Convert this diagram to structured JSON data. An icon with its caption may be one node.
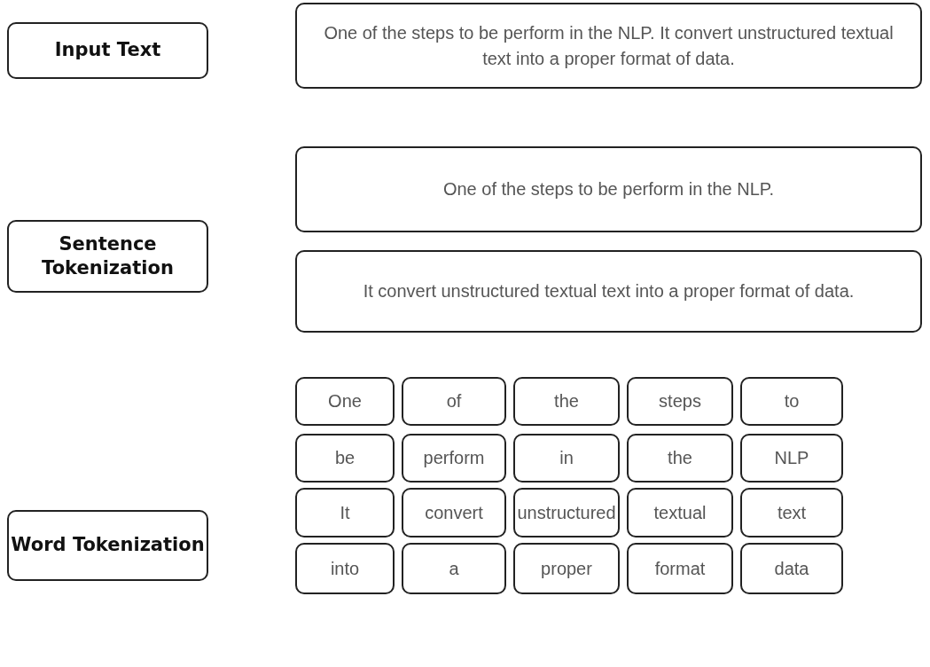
{
  "diagram": {
    "nodes": [
      {
        "text": [
          "Input Text"
        ]
      },
      {
        "text": [
          "One of the steps to be perform in the NLP. It convert unstructured textual text into a proper format of data."
        ]
      },
      {
        "text": [
          "Sentence Tokenization"
        ]
      },
      {
        "text": [
          "One of the steps to be perform in the NLP."
        ]
      },
      {
        "text": [
          "It convert unstructured textual text into a proper format of data."
        ]
      },
      {
        "text": [
          "Word Tokenization"
        ]
      },
      {
        "text": [
          "One"
        ]
      },
      {
        "text": [
          "of"
        ]
      },
      {
        "text": [
          "the"
        ]
      },
      {
        "text": [
          "steps"
        ]
      },
      {
        "text": [
          "to"
        ]
      },
      {
        "text": [
          "be"
        ]
      },
      {
        "text": [
          "perform"
        ]
      },
      {
        "text": [
          "in"
        ]
      },
      {
        "text": [
          "the"
        ]
      },
      {
        "text": [
          "NLP"
        ]
      },
      {
        "text": [
          "It"
        ]
      },
      {
        "text": [
          "convert"
        ]
      },
      {
        "text": [
          "unstructured"
        ]
      },
      {
        "text": [
          "textual"
        ]
      },
      {
        "text": [
          "text"
        ]
      },
      {
        "text": [
          "into"
        ]
      },
      {
        "text": [
          "a"
        ]
      },
      {
        "text": [
          "proper"
        ]
      },
      {
        "text": [
          "format"
        ]
      },
      {
        "text": [
          "data"
        ]
      }
    ]
  }
}
